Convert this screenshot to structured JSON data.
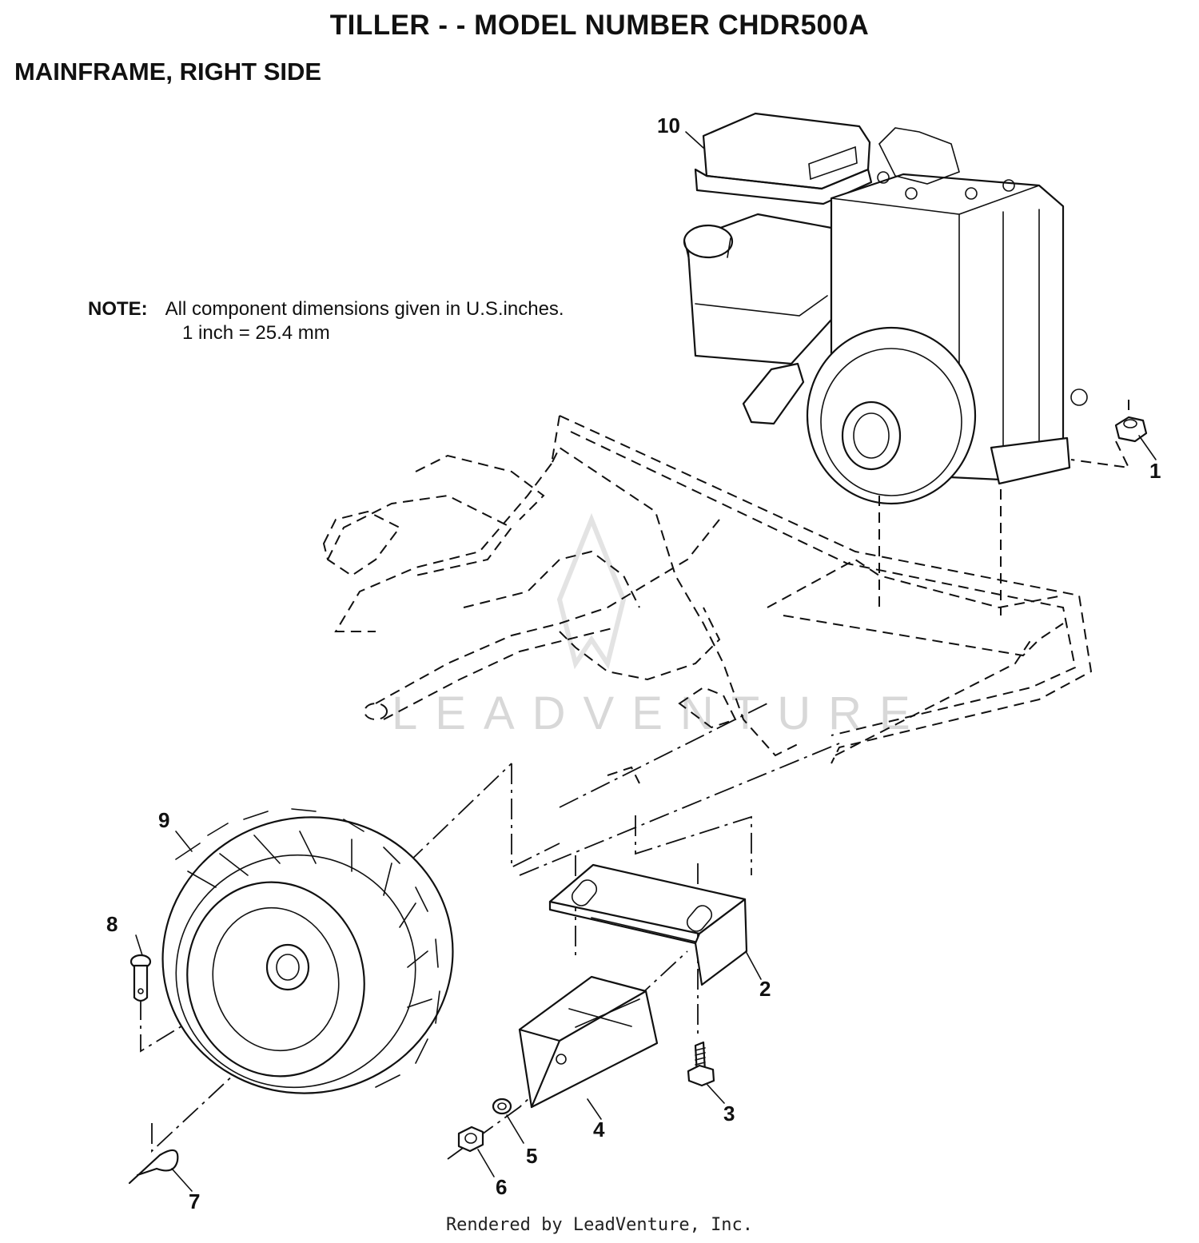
{
  "header": {
    "title": "TILLER - - MODEL NUMBER CHDR500A",
    "subtitle": "MAINFRAME, RIGHT SIDE"
  },
  "note": {
    "label": "NOTE:",
    "line1": "All component dimensions given in U.S.inches.",
    "line2": "1 inch = 25.4 mm"
  },
  "watermark": "LEADVENTURE",
  "footer": "Rendered by LeadVenture, Inc.",
  "callouts": [
    "1",
    "2",
    "3",
    "4",
    "5",
    "6",
    "7",
    "8",
    "9",
    "10"
  ]
}
